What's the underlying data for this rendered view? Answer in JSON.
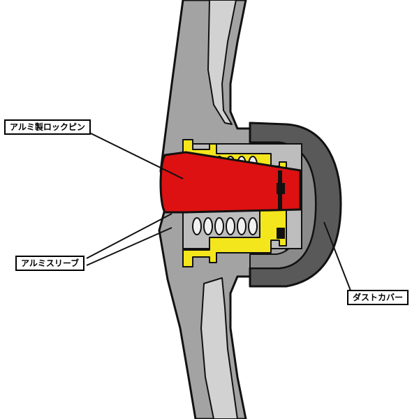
{
  "labels": {
    "lock_pin": "アルミ製ロックピン",
    "sleeve": "アルミスリーブ",
    "dust_cover": "ダストカバー"
  },
  "colors": {
    "body": "#a3a3a3",
    "body_light": "#d2d2d2",
    "outline": "#111111",
    "cover": "#595959",
    "cover_inner": "#8a8a8a",
    "pin": "#dd1111",
    "sleeve": "#f4e61c",
    "spring": "#f2f2f2",
    "cavity": "#bdbdbd"
  }
}
